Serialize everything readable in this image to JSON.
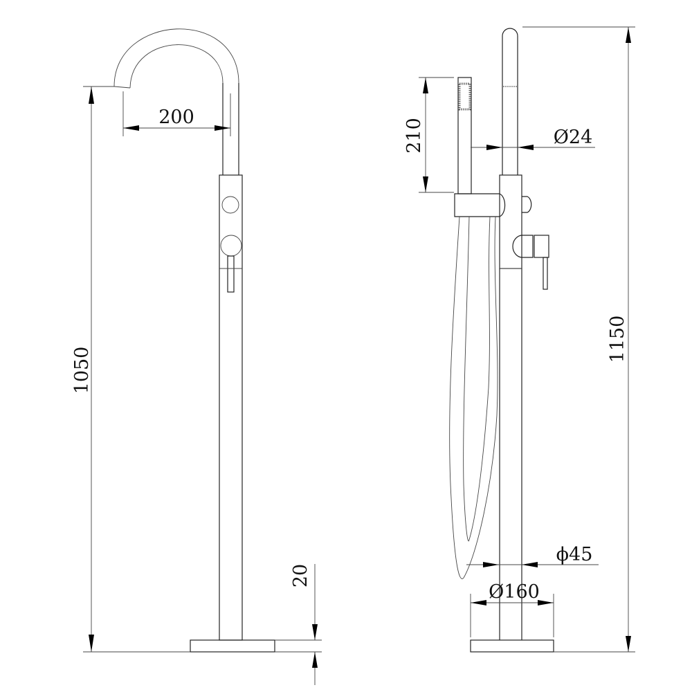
{
  "drawing": {
    "front_view": {
      "dimensions": {
        "total_height": "1050",
        "spout_reach": "200",
        "base_thickness": "20"
      }
    },
    "side_view": {
      "dimensions": {
        "total_height": "1150",
        "hand_shower_length": "210",
        "pipe_diameter": "Ø24",
        "column_diameter": "ϕ45",
        "base_diameter": "Ø160"
      }
    }
  }
}
